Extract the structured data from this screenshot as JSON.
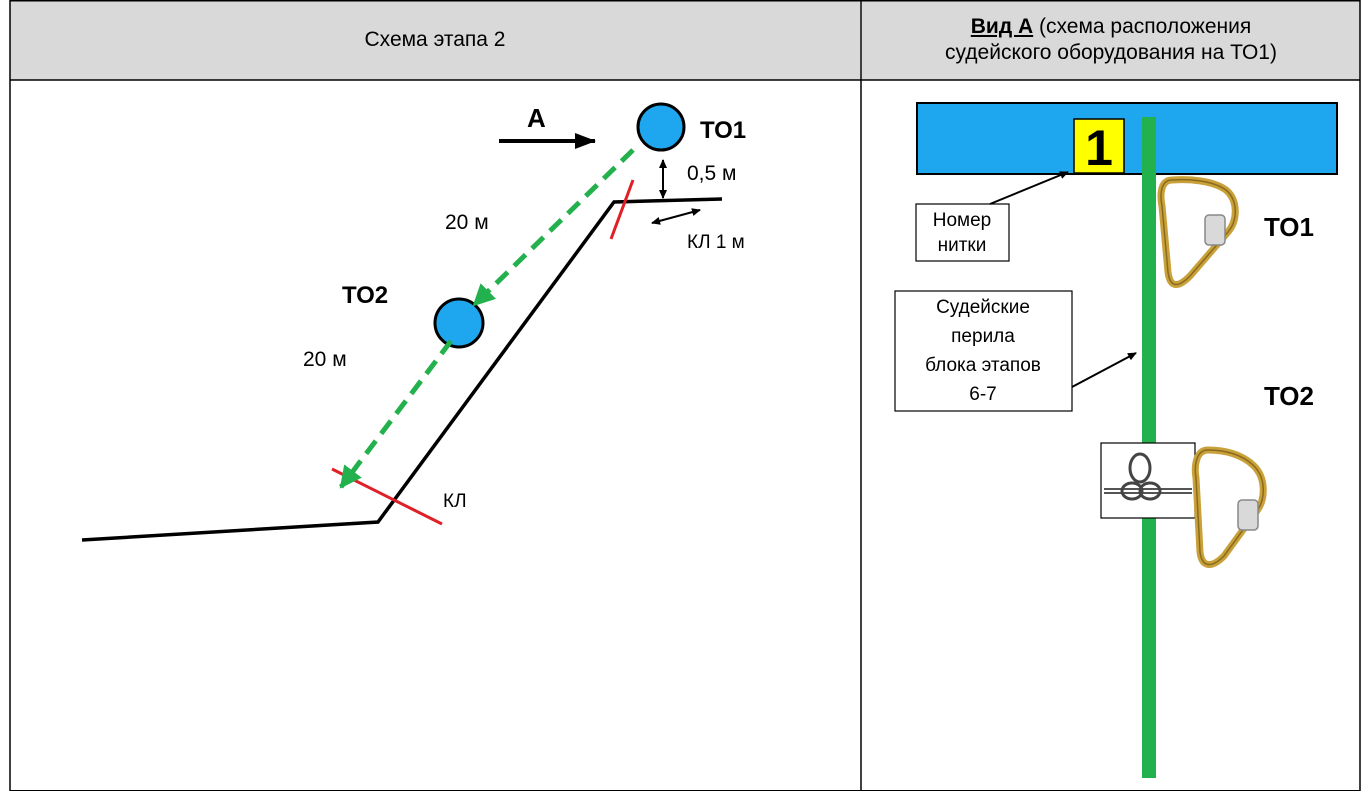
{
  "header": {
    "left_title": "Схема этапа 2",
    "right_title_bold": "Вид А",
    "right_title_rest_line1": " (схема расположения",
    "right_title_line2": "судейского оборудования на ТО1)"
  },
  "stage_scheme": {
    "view_arrow_label": "А",
    "to1_label": "ТО1",
    "to2_label": "ТО2",
    "gap_label": "0,5 м",
    "kl_top_label": "КЛ 1 м",
    "dist_upper_label": "20 м",
    "dist_lower_label": "20 м",
    "kl_bottom_label": "КЛ"
  },
  "view_a": {
    "thread_number": "1",
    "callout_thread": [
      "Номер",
      "нитки"
    ],
    "callout_rails": [
      "Судейские",
      "перила",
      "блока этапов",
      "6-7"
    ],
    "to1_label": "ТО1",
    "to2_label": "ТО2"
  },
  "colors": {
    "header_bg": "#d9d9d9",
    "node_fill": "#1ea7ef",
    "beam_fill": "#1ea7ef",
    "rail_green": "#22b14c",
    "dashed_green": "#22b14c",
    "kl_red": "#e01f26",
    "number_bg": "#ffff00",
    "carabiner_gold": "#c9a13a"
  }
}
